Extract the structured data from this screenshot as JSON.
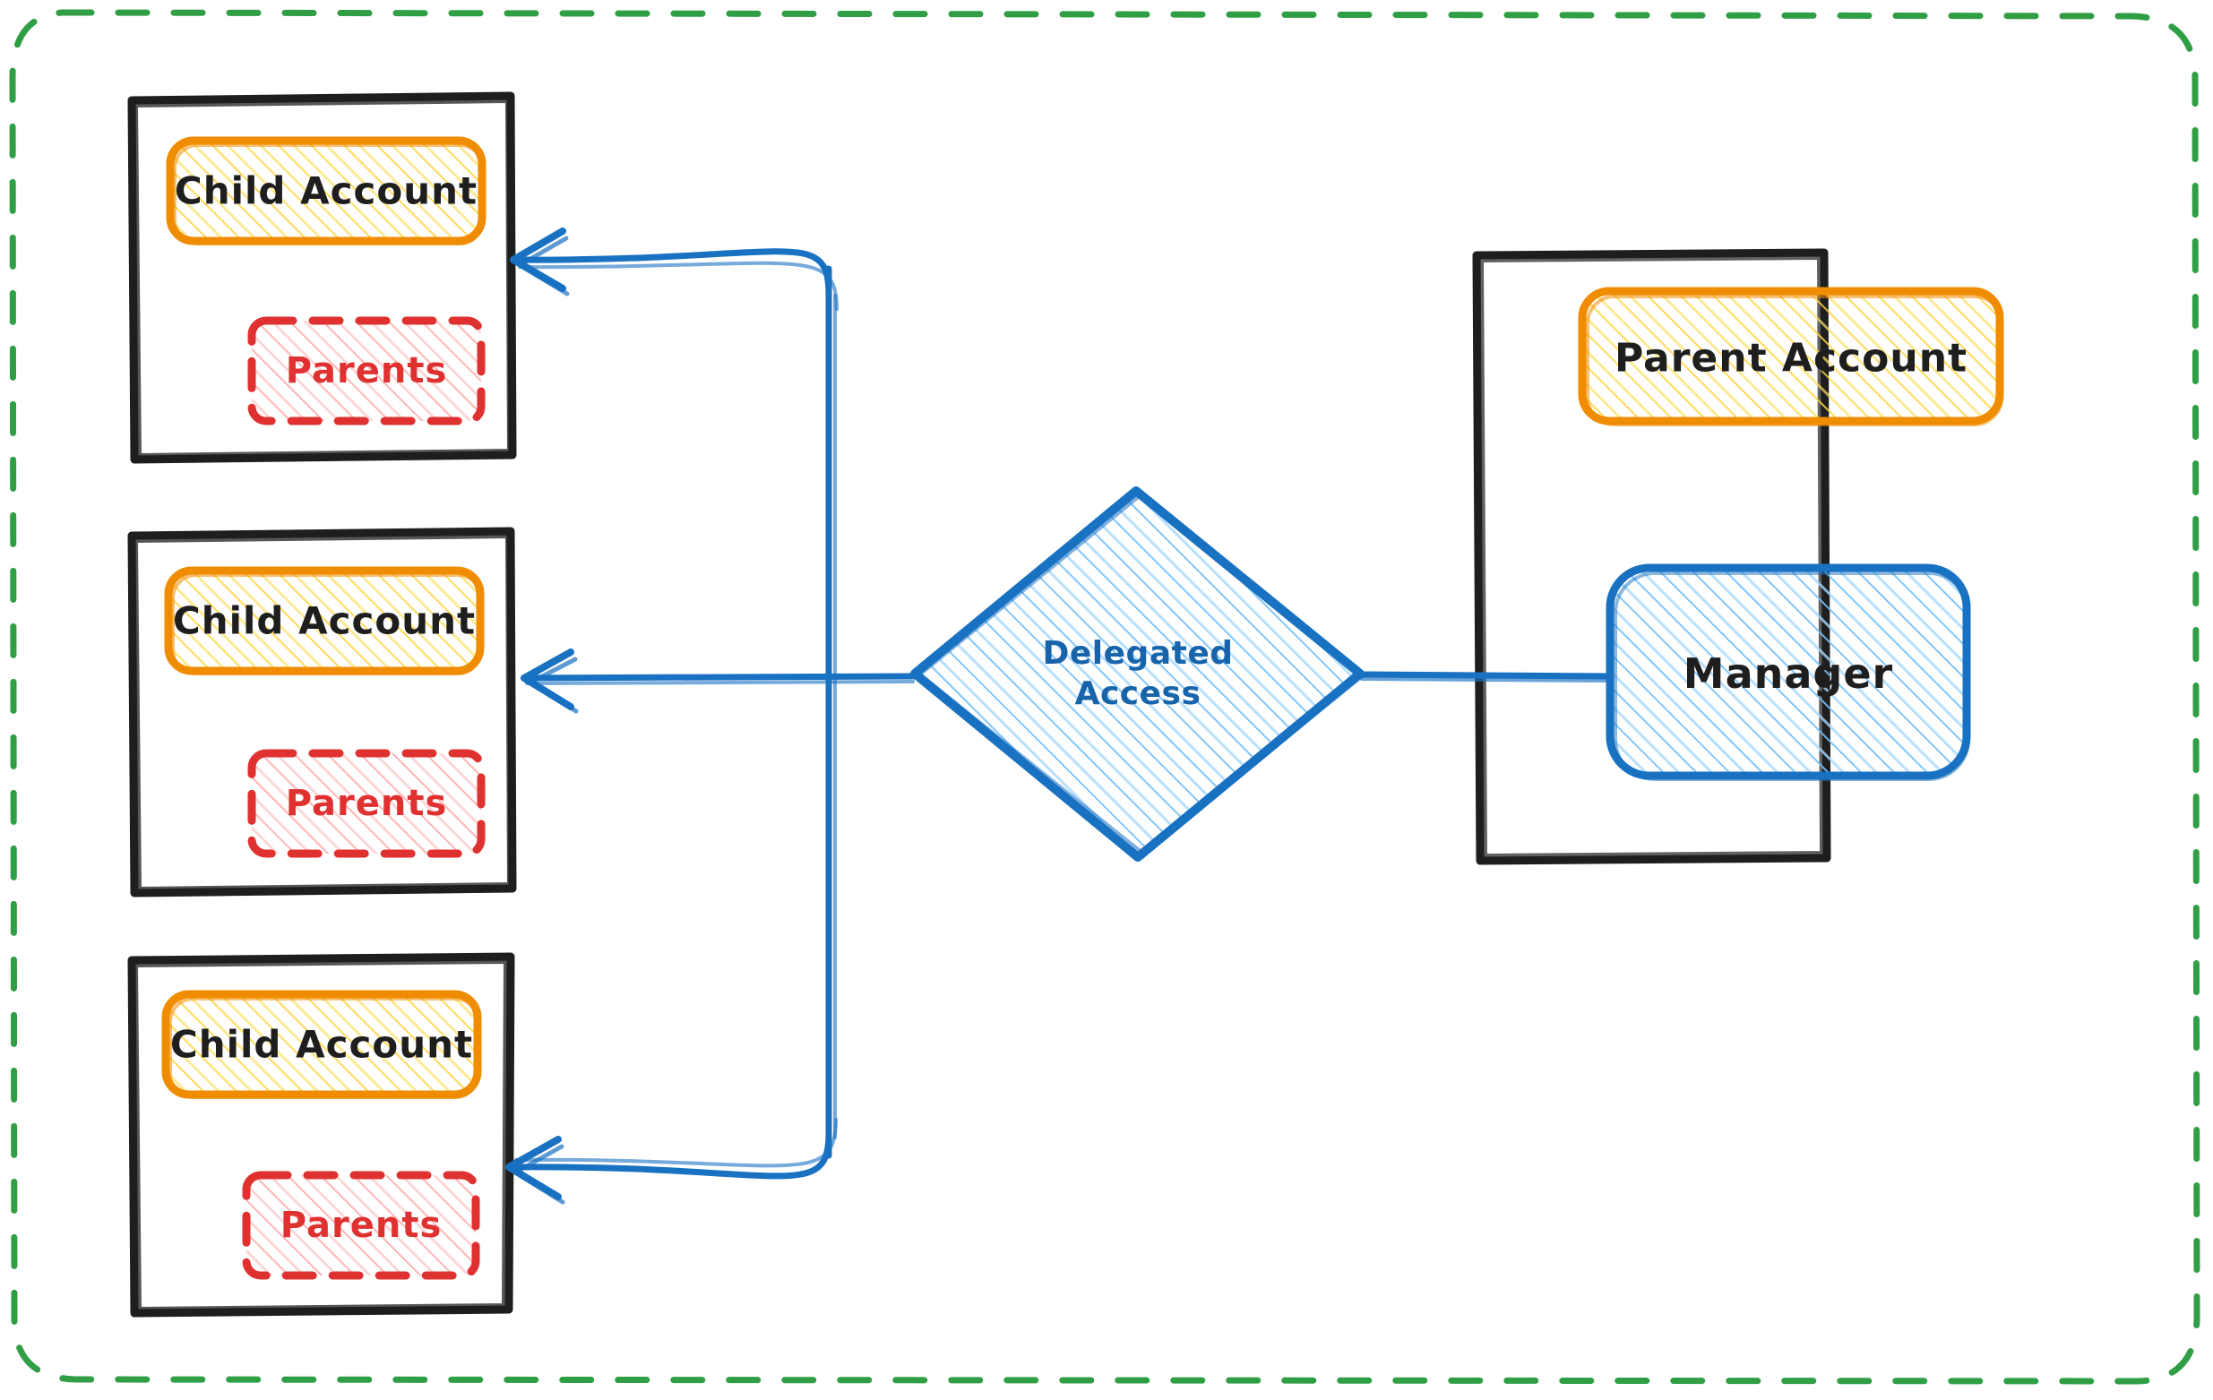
{
  "diagram": {
    "title": "Delegated Access",
    "outer_boundary": {
      "name": "account-boundary",
      "style": "dashed",
      "color": "#2f9e44"
    },
    "colors": {
      "accent_orange_stroke": "#f08c00",
      "accent_orange_fill": "#ffd8a8",
      "accent_red_stroke": "#e03131",
      "accent_red_fill": "#ffc9c9",
      "accent_blue_stroke": "#1971c2",
      "accent_blue_fill": "#a5d8ff",
      "accent_green_stroke": "#2f9e44",
      "frame_black": "#1e1e1e",
      "text_dark": "#1e1e1e",
      "text_blue": "#1864ab"
    },
    "child_accounts": [
      {
        "frame_label": "child-account-1",
        "title": "Child Account",
        "sub_label": "Parents"
      },
      {
        "frame_label": "child-account-2",
        "title": "Child Account",
        "sub_label": "Parents"
      },
      {
        "frame_label": "child-account-3",
        "title": "Child Account",
        "sub_label": "Parents"
      }
    ],
    "decision": {
      "line1": "Delegated",
      "line2": "Access"
    },
    "parent_panel": {
      "frame_label": "parent-account-frame",
      "account_title": "Parent Account",
      "manager_title": "Manager"
    },
    "connections": [
      {
        "from": "Manager",
        "to": "Delegated Access",
        "arrow": false
      },
      {
        "from": "Delegated Access",
        "to": "Child Account 1",
        "arrow": true
      },
      {
        "from": "Delegated Access",
        "to": "Child Account 2",
        "arrow": true
      },
      {
        "from": "Delegated Access",
        "to": "Child Account 3",
        "arrow": true
      }
    ]
  }
}
